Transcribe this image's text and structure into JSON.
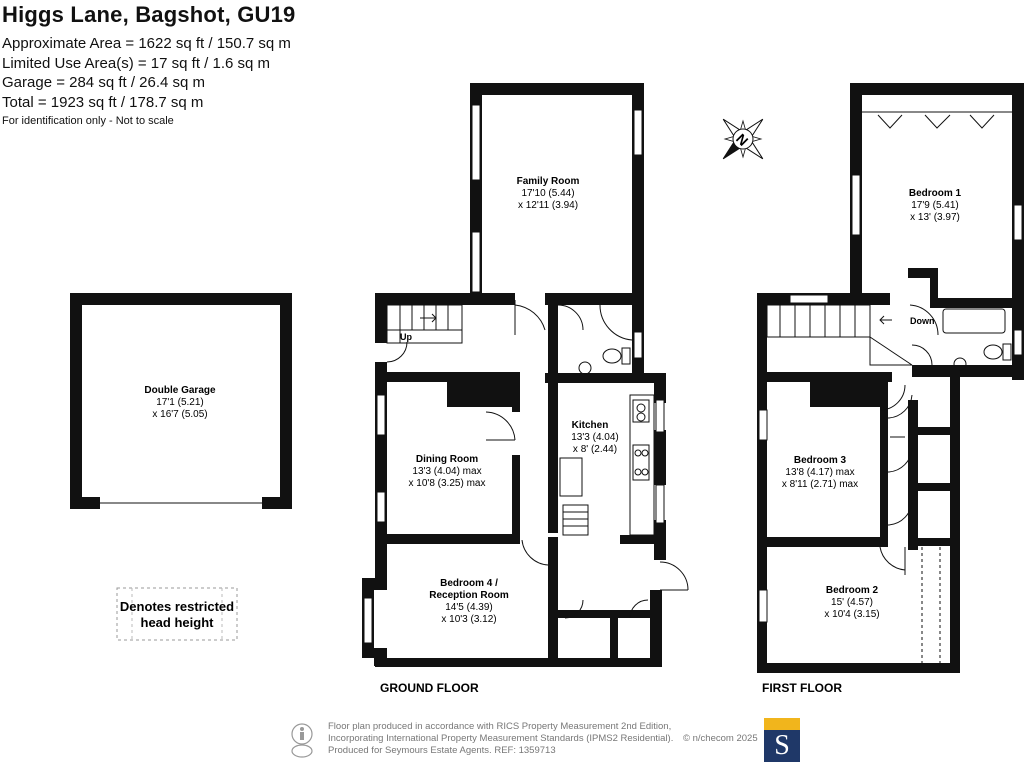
{
  "header": {
    "title": "Higgs Lane, Bagshot, GU19",
    "areas": [
      "Approximate Area = 1622 sq ft / 150.7 sq m",
      "Limited Use Area(s) = 17 sq ft / 1.6 sq m",
      "Garage = 284 sq ft / 26.4 sq m",
      "Total = 1923 sq ft / 178.7 sq m"
    ],
    "note": "For identification only - Not to scale"
  },
  "compass": {
    "letter": "N"
  },
  "rooms": {
    "garage": {
      "name": "Double Garage",
      "dim1": "17'1 (5.21)",
      "dim2": "x 16'7 (5.05)"
    },
    "family": {
      "name": "Family Room",
      "dim1": "17'10 (5.44)",
      "dim2": "x 12'11 (3.94)"
    },
    "dining": {
      "name": "Dining Room",
      "dim1": "13'3 (4.04) max",
      "dim2": "x 10'8 (3.25) max"
    },
    "kitchen": {
      "name": "Kitchen",
      "dim1": "13'3 (4.04)",
      "dim2": "x 8' (2.44)"
    },
    "bedroom4": {
      "name1": "Bedroom 4 /",
      "name2": "Reception Room",
      "dim1": "14'5 (4.39)",
      "dim2": "x 10'3 (3.12)"
    },
    "bedroom1": {
      "name": "Bedroom 1",
      "dim1": "17'9 (5.41)",
      "dim2": "x 13' (3.97)"
    },
    "bedroom3": {
      "name": "Bedroom 3",
      "dim1": "13'8 (4.17) max",
      "dim2": "x 8'11 (2.71) max"
    },
    "bedroom2": {
      "name": "Bedroom 2",
      "dim1": "15' (4.57)",
      "dim2": "x 10'4 (3.15)"
    }
  },
  "labels": {
    "up": "Up",
    "down": "Down"
  },
  "floors": {
    "ground": "GROUND FLOOR",
    "first": "FIRST FLOOR"
  },
  "legend": {
    "line1": "Denotes restricted",
    "line2": "head height"
  },
  "footer": {
    "lines": [
      "Floor plan produced in accordance with RICS Property Measurement 2nd Edition,",
      "Incorporating International Property Measurement Standards (IPMS2 Residential).",
      "Produced for Seymours Estate Agents.   REF: 1359713"
    ],
    "copyright": "© n/checom 2025",
    "logo_letter": "S"
  },
  "colors": {
    "wall": "#111111",
    "logo_navy": "#1f3868",
    "logo_gold": "#f1b51c",
    "footer_text": "#777777"
  }
}
